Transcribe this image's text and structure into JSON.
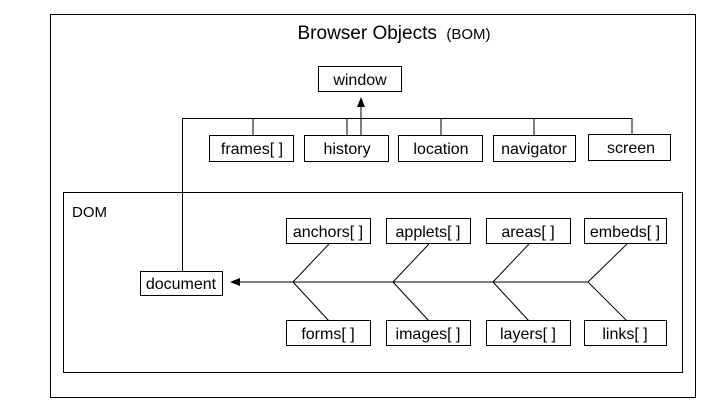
{
  "title": {
    "main": "Browser Objects",
    "suffix": "(BOM)"
  },
  "dom_label": "DOM",
  "nodes": {
    "window": "window",
    "frames": "frames[ ]",
    "history": "history",
    "location": "location",
    "navigator": "navigator",
    "screen": "screen",
    "document": "document",
    "anchors": "anchors[ ]",
    "applets": "applets[ ]",
    "areas": "areas[ ]",
    "embeds": "embeds[ ]",
    "forms": "forms[ ]",
    "images": "images[ ]",
    "layers": "layers[ ]",
    "links": "links[ ]"
  },
  "colors": {
    "stroke": "#000000",
    "background": "#ffffff"
  }
}
